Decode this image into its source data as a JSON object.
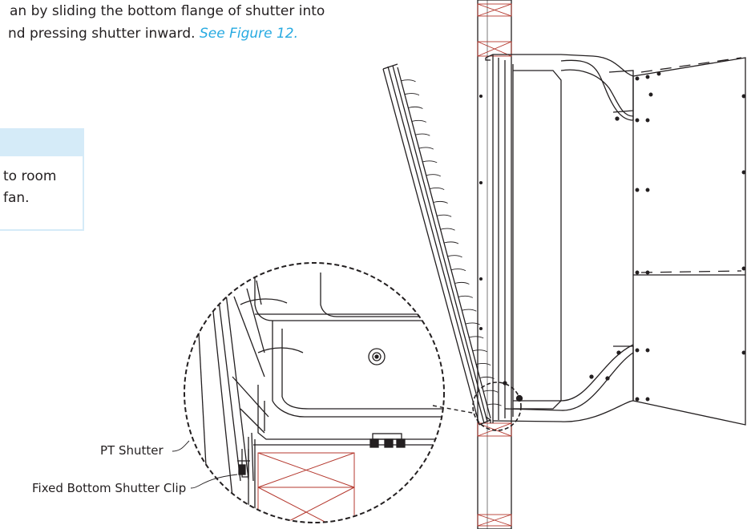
{
  "instructions": {
    "line1_fragment": "an by sliding the bottom flange of shutter into",
    "line2_fragment": "nd pressing shutter inward. ",
    "figure_link": "See Figure 12."
  },
  "note": {
    "line1_fragment": "to room",
    "line2_fragment": "fan."
  },
  "figure": {
    "callouts": [
      "PT Shutter",
      "Fixed Bottom Shutter Clip"
    ]
  },
  "colors": {
    "link": "#27aae1",
    "note_border": "#d5ebf8",
    "wood_block_x": "#b5392f"
  }
}
